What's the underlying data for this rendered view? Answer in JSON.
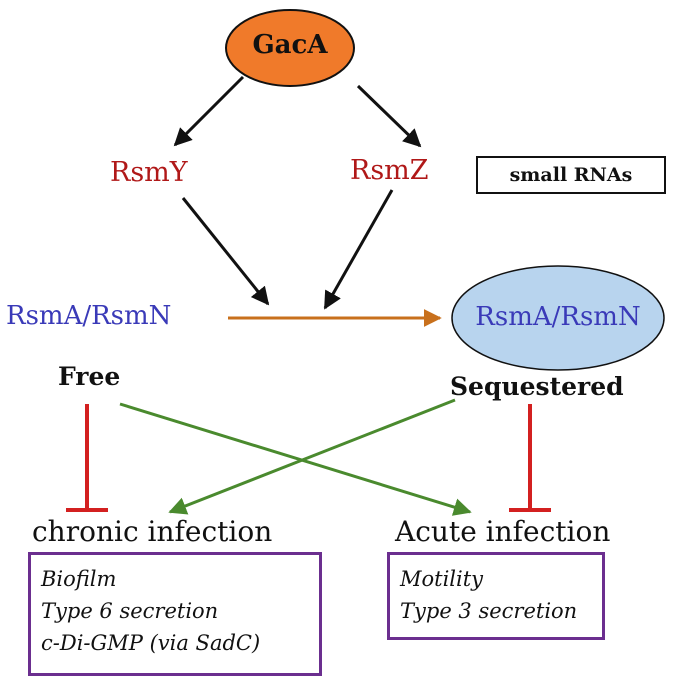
{
  "nodes": {
    "gaca": "GacA",
    "rsmy": "RsmY",
    "rsmz": "RsmZ",
    "small_rnas": "small RNAs",
    "rsm_free": "RsmA/RsmN",
    "rsm_sequestered": "RsmA/RsmN",
    "free": "Free",
    "sequestered": "Sequestered",
    "chronic": "chronic infection",
    "acute": "Acute infection"
  },
  "chronic_items": [
    "Biofilm",
    "Type 6 secretion",
    "c-Di-GMP (via SadC)"
  ],
  "acute_items": [
    "Motility",
    "Type 3 secretion"
  ],
  "colors": {
    "gaca_fill": "#f07a2a",
    "sequestered_fill": "#b8d4ee",
    "rna_text": "#b01818",
    "rsm_text": "#3a3ab8",
    "activation_arrow": "#111111",
    "sequestration_arrow": "#c8701c",
    "cross_arrow": "#4a8a2e",
    "inhibition": "#d32020",
    "outcome_box": "#6b2e8f"
  }
}
